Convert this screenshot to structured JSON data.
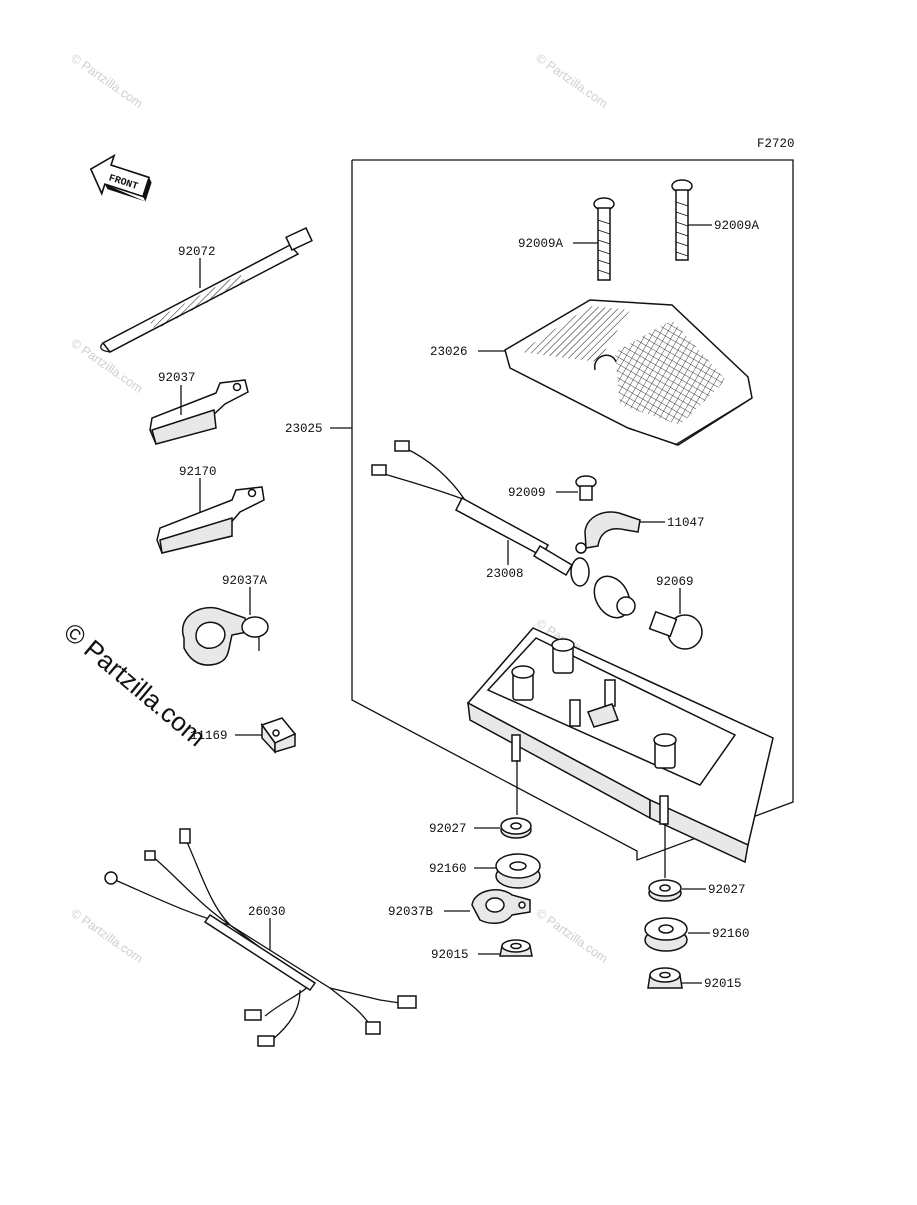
{
  "figure_code": "F2720",
  "front_label": "FRONT",
  "watermark": "© Partzilla.com",
  "labels": {
    "p92072": "92072",
    "p92037": "92037",
    "p92170": "92170",
    "p92037A": "92037A",
    "p11169": "11169",
    "p26030": "26030",
    "p23025": "23025",
    "p92009A_left": "92009A",
    "p92009A_right": "92009A",
    "p23026": "23026",
    "p92009": "92009",
    "p11047": "11047",
    "p23008": "23008",
    "p92069": "92069",
    "p92027_left": "92027",
    "p92160_left": "92160",
    "p92037B": "92037B",
    "p92015_left": "92015",
    "p92027_right": "92027",
    "p92160_right": "92160",
    "p92015_right": "92015"
  }
}
